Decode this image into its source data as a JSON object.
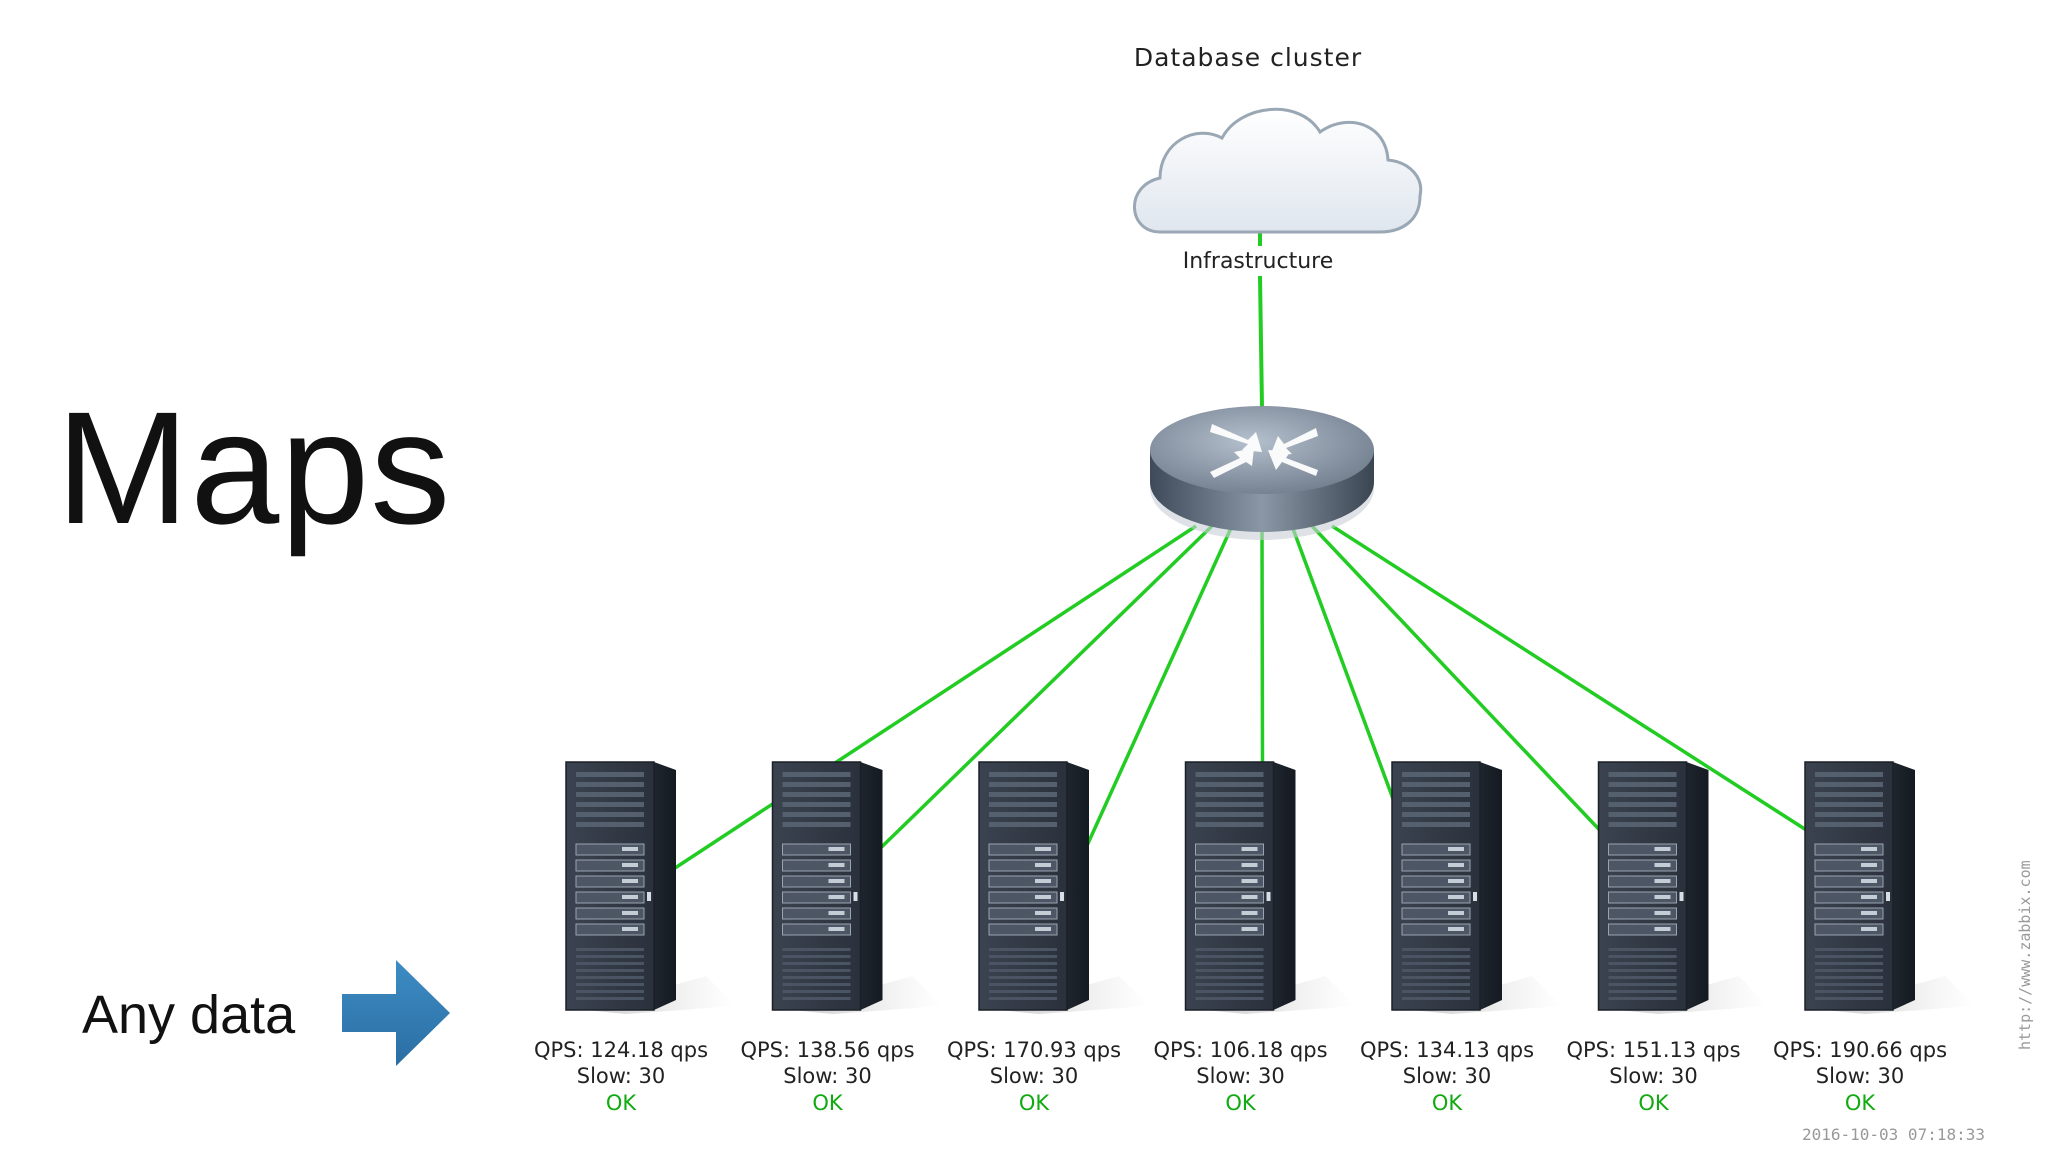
{
  "slide": {
    "title": "Maps",
    "caption": "Any data"
  },
  "map": {
    "group_label": "Database cluster",
    "cloud_label": "Infrastructure",
    "timestamp": "2016-10-03 07:18:33",
    "watermark": "http://www.zabbix.com",
    "link_color": "#22cc22",
    "ok_color": "#11aa11",
    "hosts": [
      {
        "qps": "QPS: 124.18 qps",
        "slow": "Slow: 30",
        "status": "OK"
      },
      {
        "qps": "QPS: 138.56 qps",
        "slow": "Slow: 30",
        "status": "OK"
      },
      {
        "qps": "QPS: 170.93 qps",
        "slow": "Slow: 30",
        "status": "OK"
      },
      {
        "qps": "QPS: 106.18 qps",
        "slow": "Slow: 30",
        "status": "OK"
      },
      {
        "qps": "QPS: 134.13 qps",
        "slow": "Slow: 30",
        "status": "OK"
      },
      {
        "qps": "QPS: 151.13 qps",
        "slow": "Slow: 30",
        "status": "OK"
      },
      {
        "qps": "QPS: 190.66 qps",
        "slow": "Slow: 30",
        "status": "OK"
      }
    ]
  }
}
